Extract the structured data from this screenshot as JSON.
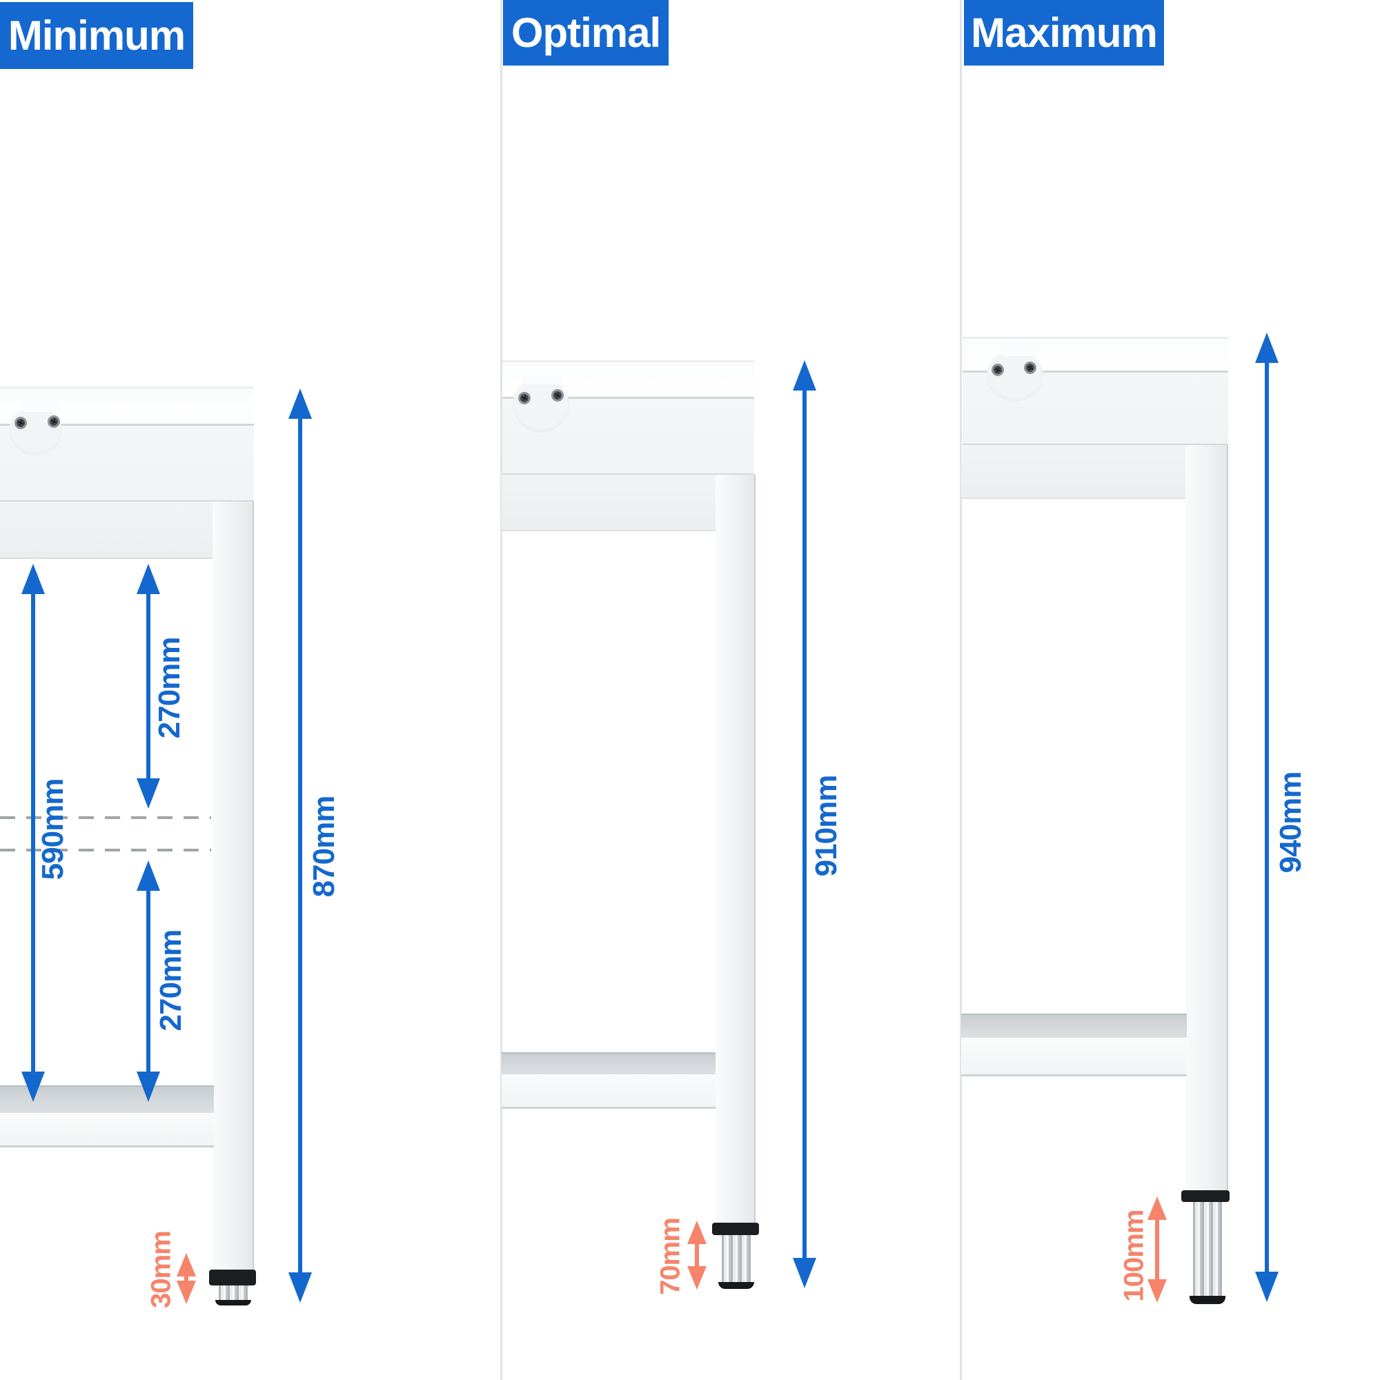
{
  "panels": [
    {
      "label": "Minimum",
      "total_height": "870mm",
      "shelf_clearance": "590mm",
      "top_to_center": "270mm",
      "center_to_shelf": "270mm",
      "foot_adjustment": "30mm"
    },
    {
      "label": "Optimal",
      "total_height": "910mm",
      "foot_adjustment": "70mm"
    },
    {
      "label": "Maximum",
      "total_height": "940mm",
      "foot_adjustment": "100mm"
    }
  ],
  "colors": {
    "accent_blue": "#1468cd",
    "badge_blue": "#1568cf",
    "badge_text": "#ffffff",
    "foot_adjust_salmon": "#f5846a",
    "divider_gray": "#e2e3e5",
    "dashed_line_gray": "#a0a5a8"
  }
}
